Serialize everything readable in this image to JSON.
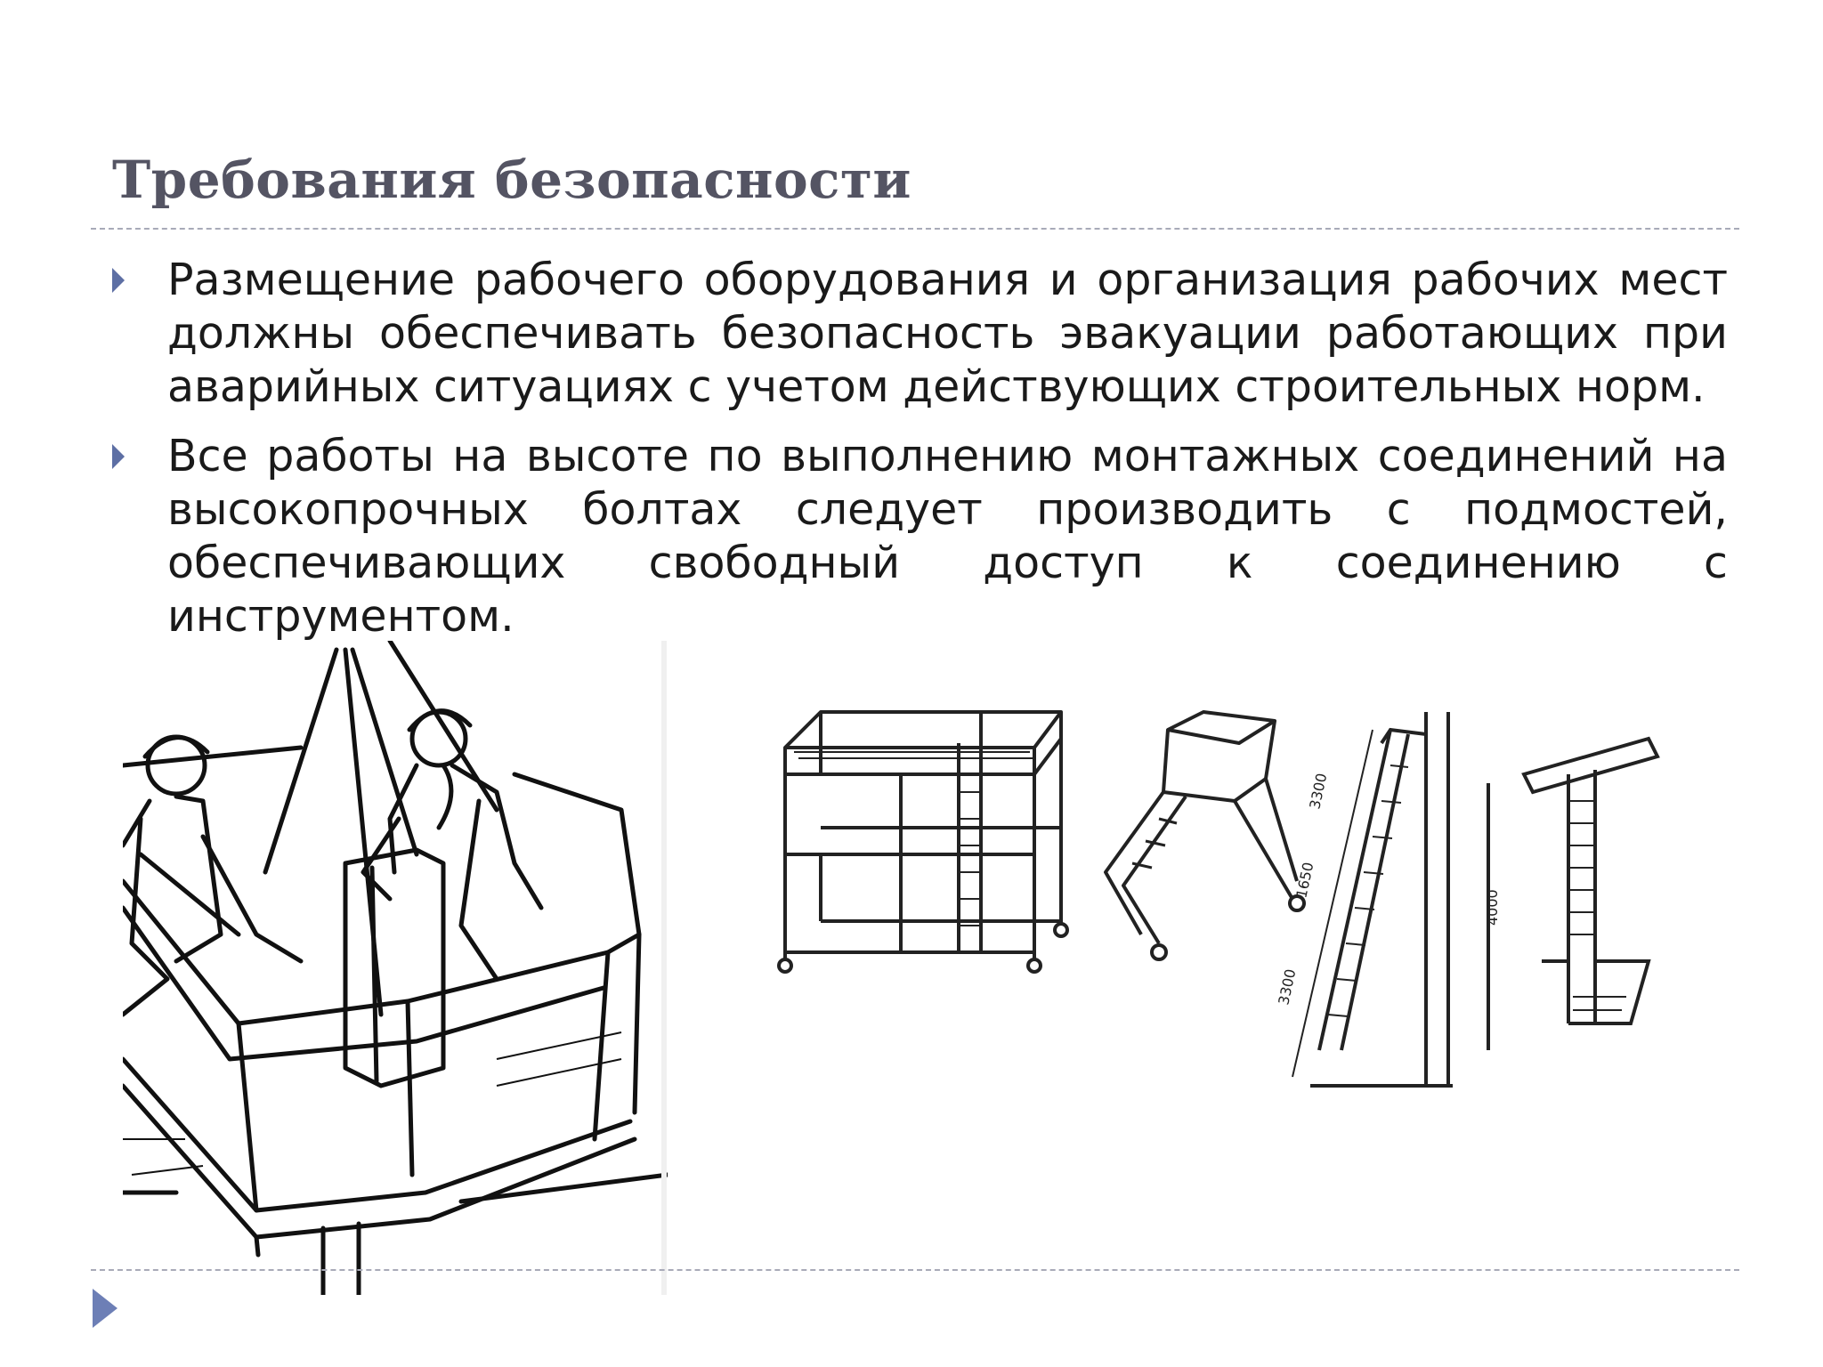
{
  "slide": {
    "title": "Требования безопасности",
    "bullets": [
      "Размещение рабочего оборудования и организация рабочих мест должны обеспечивать безопасность эвакуации работающих при аварийных ситуациях с учетом действующих строительных норм.",
      "Все работы на высоте по выполнению монтажных соединений на высокопрочных болтах следует производить с подмостей, обеспечивающих свободный доступ к соединению с инструментом."
    ],
    "dimension_labels": [
      "3300",
      "1650",
      "3300",
      "4000"
    ]
  },
  "colors": {
    "title": "#545463",
    "text": "#1a1a1a",
    "bullet_marker": "#5d6fa4",
    "divider": "#a8aab8",
    "footer_arrow": "#6d7fb6"
  },
  "icons": {
    "bullet": "triangle-right-icon",
    "footer": "triangle-right-icon"
  }
}
